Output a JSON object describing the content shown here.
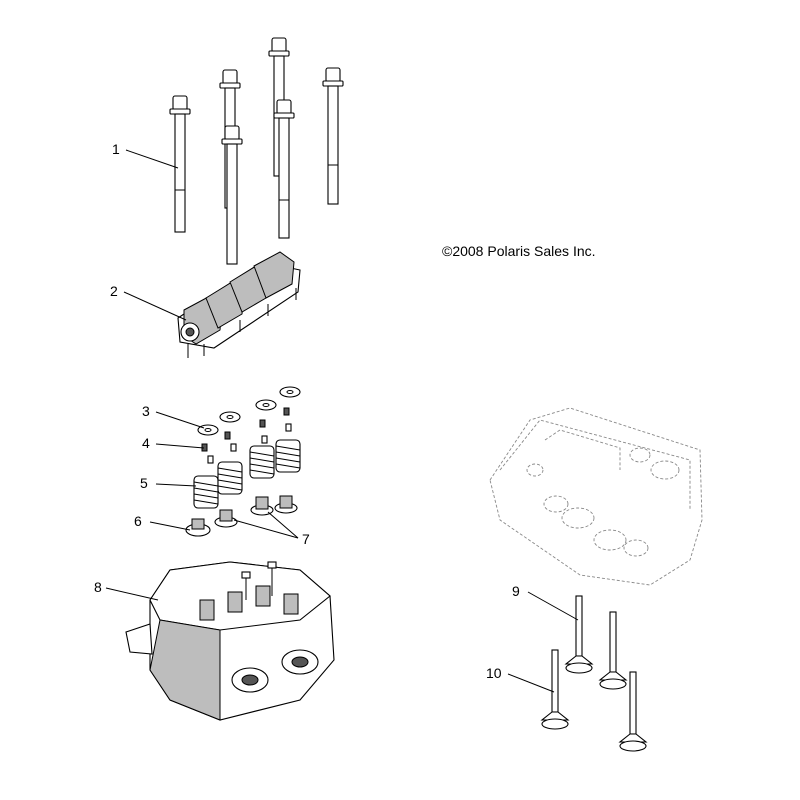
{
  "copyright": "©2008 Polaris Sales Inc.",
  "callouts": [
    {
      "id": "1",
      "label": "1"
    },
    {
      "id": "2",
      "label": "2"
    },
    {
      "id": "3",
      "label": "3"
    },
    {
      "id": "4",
      "label": "4"
    },
    {
      "id": "5",
      "label": "5"
    },
    {
      "id": "6",
      "label": "6"
    },
    {
      "id": "7",
      "label": "7"
    },
    {
      "id": "8",
      "label": "8"
    },
    {
      "id": "9",
      "label": "9"
    },
    {
      "id": "10",
      "label": "10"
    }
  ]
}
